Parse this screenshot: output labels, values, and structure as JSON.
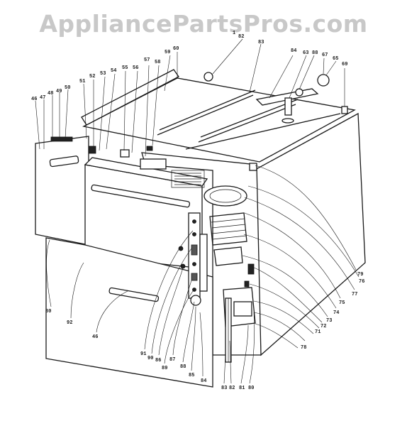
{
  "watermark": "AppliancePartsPros.com",
  "callouts": [
    {
      "id": "c82",
      "text": "82"
    },
    {
      "id": "c1",
      "text": "1"
    },
    {
      "id": "c83",
      "text": "83"
    },
    {
      "id": "c84",
      "text": "84"
    },
    {
      "id": "c63",
      "text": "63"
    },
    {
      "id": "c88",
      "text": "88"
    },
    {
      "id": "c67",
      "text": "67"
    },
    {
      "id": "c65",
      "text": "65"
    },
    {
      "id": "c69",
      "text": "69"
    },
    {
      "id": "c60",
      "text": "60"
    },
    {
      "id": "c59",
      "text": "59"
    },
    {
      "id": "c58",
      "text": "58"
    },
    {
      "id": "c57",
      "text": "57"
    },
    {
      "id": "c56",
      "text": "56"
    },
    {
      "id": "c55",
      "text": "55"
    },
    {
      "id": "c54",
      "text": "54"
    },
    {
      "id": "c53",
      "text": "53"
    },
    {
      "id": "c52",
      "text": "52"
    },
    {
      "id": "c51",
      "text": "51"
    },
    {
      "id": "c50",
      "text": "50"
    },
    {
      "id": "c49",
      "text": "49"
    },
    {
      "id": "c48",
      "text": "48"
    },
    {
      "id": "c47",
      "text": "47"
    },
    {
      "id": "c46a",
      "text": "46"
    },
    {
      "id": "c80",
      "text": "80"
    },
    {
      "id": "c92",
      "text": "92"
    },
    {
      "id": "c46",
      "text": "46"
    },
    {
      "id": "c91",
      "text": "91"
    },
    {
      "id": "c90",
      "text": "90"
    },
    {
      "id": "c86",
      "text": "86"
    },
    {
      "id": "c87",
      "text": "87"
    },
    {
      "id": "c89",
      "text": "89"
    },
    {
      "id": "c88b",
      "text": "88"
    },
    {
      "id": "c85",
      "text": "85"
    },
    {
      "id": "c84b",
      "text": "84"
    },
    {
      "id": "c83b",
      "text": "83"
    },
    {
      "id": "c82b",
      "text": "82"
    },
    {
      "id": "c81",
      "text": "81"
    },
    {
      "id": "c80b",
      "text": "80"
    },
    {
      "id": "c79",
      "text": "79"
    },
    {
      "id": "c77",
      "text": "77"
    },
    {
      "id": "c75",
      "text": "75"
    },
    {
      "id": "c74",
      "text": "74"
    },
    {
      "id": "c73",
      "text": "73"
    },
    {
      "id": "c72",
      "text": "72"
    },
    {
      "id": "c71",
      "text": "71"
    },
    {
      "id": "c76",
      "text": "76"
    },
    {
      "id": "c78",
      "text": "78"
    }
  ]
}
